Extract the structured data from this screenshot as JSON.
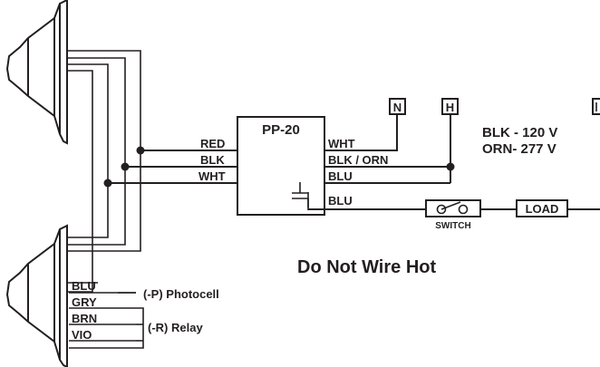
{
  "module": {
    "name": "PP-20"
  },
  "module_inputs": [
    "RED",
    "BLK",
    "WHT"
  ],
  "module_outputs": [
    "WHT",
    "BLK / ORN",
    "BLU",
    "BLU"
  ],
  "terminals": {
    "neutral": "N",
    "hot": "H"
  },
  "voltage_notes": [
    "BLK - 120 V",
    "ORN- 277 V"
  ],
  "switch_label": "SWITCH",
  "load_label": "LOAD",
  "warning": "Do Not Wire Hot",
  "sensor_leads": [
    "BLU",
    "GRY",
    "BRN",
    "VIO"
  ],
  "lead_functions": {
    "photocell": "(-P) Photocell",
    "relay": "(-R) Relay"
  }
}
